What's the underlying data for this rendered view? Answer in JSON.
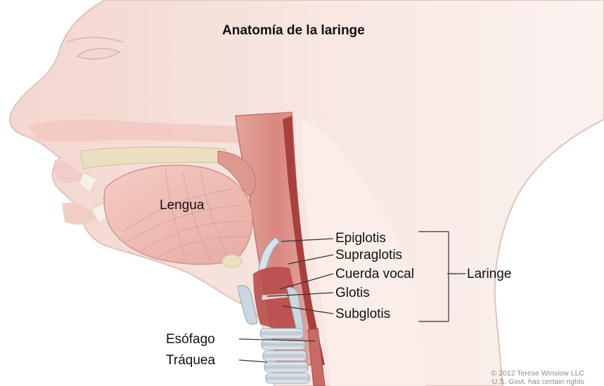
{
  "title": "Anatomía de la laringe",
  "labels": {
    "tongue": "Lengua",
    "epiglottis": "Epiglotis",
    "supraglottis": "Supraglotis",
    "vocal_cord": "Cuerda vocal",
    "glottis": "Glotis",
    "subglottis": "Subglotis",
    "larynx": "Laringe",
    "esophagus": "Esófago",
    "trachea": "Tráquea"
  },
  "credit": {
    "line1": "© 2012 Terese Winslow LLC",
    "line2": "U.S. Govt. has certain rights"
  },
  "colors": {
    "skin": "#f6e3dc",
    "tissue": "#e9b6ad",
    "deep_tissue": "#c96a66",
    "airway": "#b74a49",
    "cartilage": "#d7e2ea",
    "bone": "#eadfbf"
  }
}
